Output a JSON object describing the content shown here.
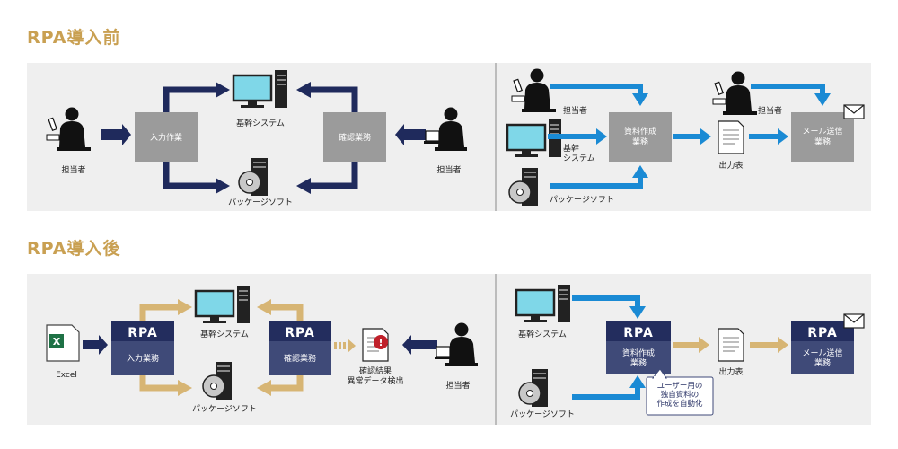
{
  "section_before": {
    "title": "RPA導入前"
  },
  "section_after": {
    "title": "RPA導入後"
  },
  "before_left": {
    "person_left": "担当者",
    "input_box": "入力作業",
    "core_system": "基幹システム",
    "confirm_box": "確認業務",
    "person_right": "担当者",
    "package_soft": "パッケージソフト"
  },
  "before_right": {
    "person1": "担当者",
    "core_system": "基幹\nシステム",
    "package_soft": "パッケージソフト",
    "create_box": "資料作成\n業務",
    "person2": "担当者",
    "output": "出力表",
    "mail_box": "メール送信\n業務"
  },
  "after_left": {
    "excel_icon_text": "X",
    "excel": "Excel",
    "rpa_input_tag": "RPA",
    "input_box": "入力業務",
    "core_system": "基幹システム",
    "package_soft": "パッケージソフト",
    "rpa_confirm_tag": "RPA",
    "confirm_box": "確認業務",
    "result_label": "確認結果\n異常データ検出",
    "alert_glyph": "!",
    "person": "担当者"
  },
  "after_right": {
    "core_system": "基幹システム",
    "package_soft": "パッケージソフト",
    "rpa_create_tag": "RPA",
    "create_box": "資料作成\n業務",
    "output": "出力表",
    "rpa_mail_tag": "RPA",
    "mail_box": "メール送信\n業務",
    "callout": "ユーザー用の\n独自資料の\n作成を自動化"
  },
  "colors": {
    "title": "#c9a052",
    "panel": "#efefef",
    "gray_box": "#9b9b9b",
    "navy_arrow": "#1f2a5c",
    "blue_arrow": "#1a8ad4",
    "gold_arrow": "#d7b574",
    "rpa_box": "#3f4a78",
    "rpa_tag": "#232d5e",
    "monitor": "#7fd7e8"
  },
  "icons": [
    "person-phone-icon",
    "monitor-icon",
    "tower-icon",
    "cd-icon",
    "person-laptop-icon",
    "document-icon",
    "envelope-icon",
    "excel-icon",
    "alert-icon"
  ]
}
